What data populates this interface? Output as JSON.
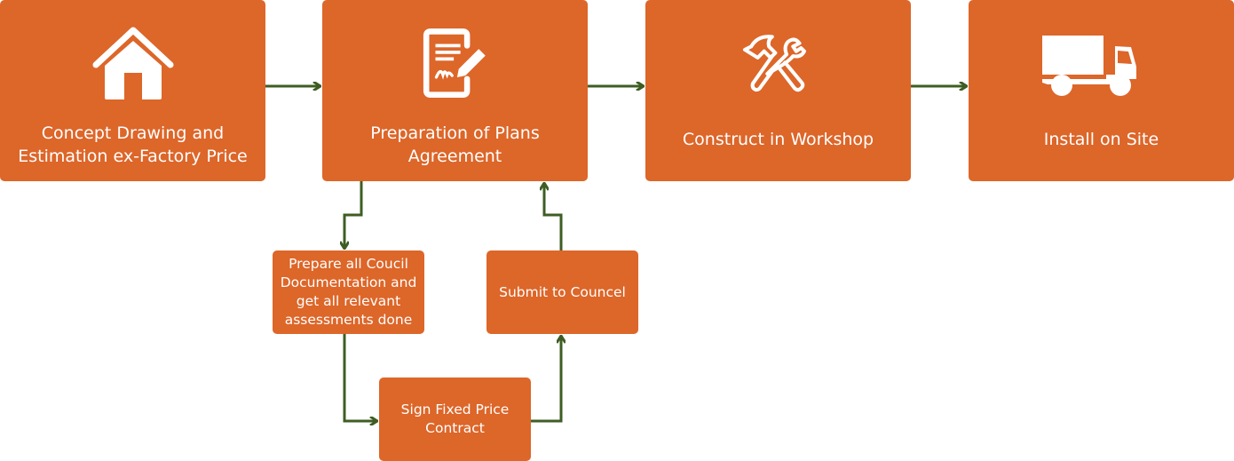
{
  "colors": {
    "box": "#dd6629",
    "text": "#ffffff",
    "arrow": "#3e5d23"
  },
  "main_steps": [
    {
      "id": "concept",
      "label": "Concept Drawing and\nEstimation ex-Factory Price",
      "icon": "house-icon"
    },
    {
      "id": "plans",
      "label": "Preparation of Plans\nAgreement",
      "icon": "signed-document-icon"
    },
    {
      "id": "construct",
      "label": "Construct in Workshop",
      "icon": "hammer-wrench-icon"
    },
    {
      "id": "install",
      "label": "Install on Site",
      "icon": "truck-icon"
    }
  ],
  "sub_steps": [
    {
      "id": "council-docs",
      "label": "Prepare all Coucil\nDocumentation and\nget all relevant\nassessments done"
    },
    {
      "id": "sign-contract",
      "label": "Sign Fixed Price\nContract"
    },
    {
      "id": "submit-council",
      "label": "Submit to Councel"
    }
  ],
  "connections": [
    {
      "from": "concept",
      "to": "plans"
    },
    {
      "from": "plans",
      "to": "construct"
    },
    {
      "from": "construct",
      "to": "install"
    },
    {
      "from": "plans",
      "to": "council-docs"
    },
    {
      "from": "council-docs",
      "to": "sign-contract"
    },
    {
      "from": "sign-contract",
      "to": "submit-council"
    },
    {
      "from": "submit-council",
      "to": "plans"
    }
  ]
}
